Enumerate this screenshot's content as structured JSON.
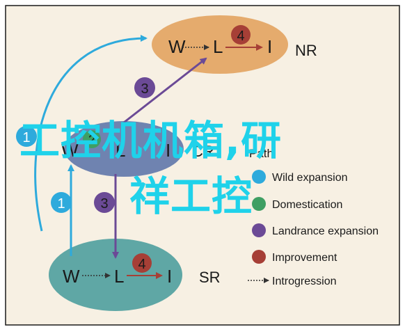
{
  "colors": {
    "frame": "#f7f0e3",
    "border": "#1a1a1a",
    "nr_ellipse": "#e5ab6d",
    "mid_ellipse": "#6f83b0",
    "sr_ellipse": "#5fa7a5",
    "wild": "#2eaadc",
    "domestication": "#3f9f63",
    "landrace": "#6b4a96",
    "improvement": "#a63f36",
    "overlay_text": "#1fd2ea"
  },
  "nr": {
    "label": "NR",
    "w": "W",
    "l": "L",
    "i": "I",
    "marker": "4"
  },
  "mid": {
    "w": "W",
    "l": "L",
    "i": "I",
    "cr": "CR",
    "marker": "2"
  },
  "sr": {
    "label": "SR",
    "w": "W",
    "l": "L",
    "i": "I",
    "marker": "4"
  },
  "markers": {
    "m1a": "1",
    "m1b": "1",
    "m3a": "3",
    "m3b": "3"
  },
  "legend": {
    "title": "Path",
    "items": [
      {
        "label": "Wild expansion",
        "color": "#2eaadc"
      },
      {
        "label": "Domestication",
        "color": "#3f9f63"
      },
      {
        "label": "Landrance expansion",
        "color": "#6b4a96"
      },
      {
        "label": "Improvement",
        "color": "#a63f36"
      },
      {
        "label": "Introgression",
        "color": "#333333"
      }
    ]
  },
  "overlay": {
    "line1": "工控机机箱,研",
    "line2": "祥工控"
  }
}
